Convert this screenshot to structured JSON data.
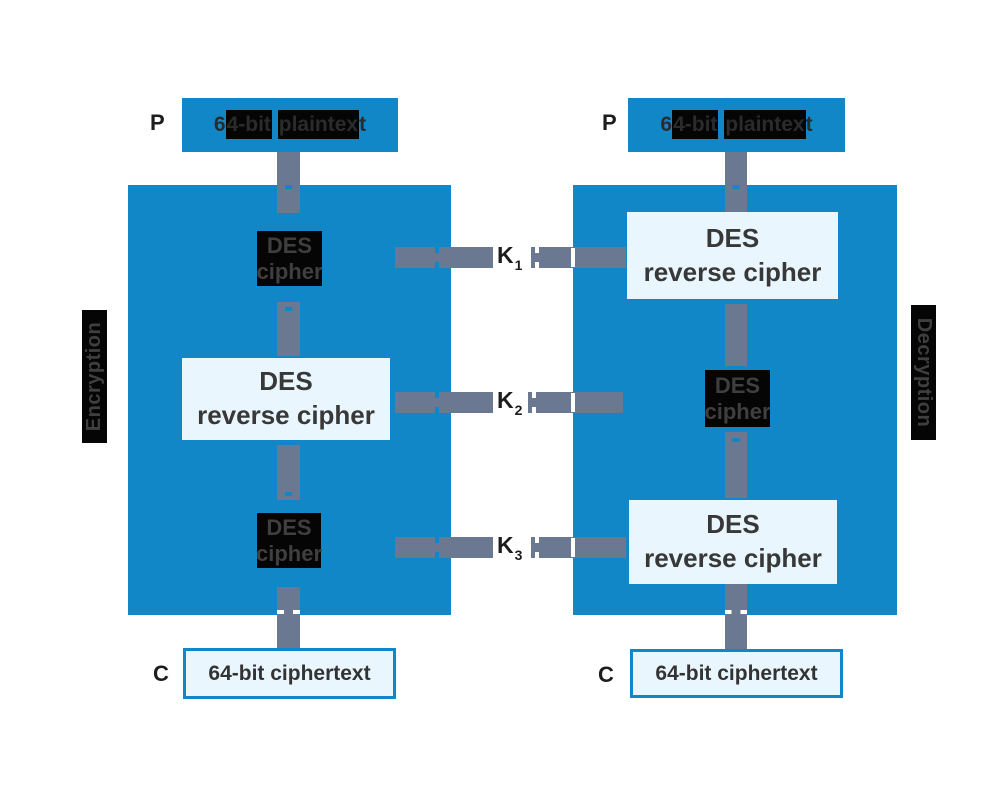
{
  "colors": {
    "panel_blue": "#1287c8",
    "light_box": "#e9f6fd",
    "connector": "#6b7892",
    "chip_black": "#050505",
    "text_dark": "#2b2b2b"
  },
  "left": {
    "side_label": "Encryption",
    "p_label": "P",
    "c_label": "C",
    "top_box_text": "64-bit plaintext",
    "top_box_segments": [
      {
        "t": "6",
        "hl": false
      },
      {
        "t": "4-bit",
        "hl": true
      },
      {
        "t": " ",
        "hl": false
      },
      {
        "t": "plaintex",
        "hl": true
      },
      {
        "t": "t",
        "hl": false
      }
    ],
    "bottom_box": "64-bit ciphertext",
    "stages": [
      {
        "line1": "DES",
        "line2": "cipher"
      },
      {
        "line1": "DES",
        "line2": "reverse cipher"
      },
      {
        "line1": "DES",
        "line2": "cipher"
      }
    ]
  },
  "right": {
    "side_label": "Decryption",
    "p_label": "P",
    "c_label": "C",
    "top_box_text": "64-bit plaintext",
    "top_box_segments": [
      {
        "t": "6",
        "hl": false
      },
      {
        "t": "4-bit",
        "hl": true
      },
      {
        "t": " ",
        "hl": false
      },
      {
        "t": "plaintex",
        "hl": true
      },
      {
        "t": "t",
        "hl": false
      }
    ],
    "bottom_box": "64-bit ciphertext",
    "stages": [
      {
        "line1": "DES",
        "line2": "reverse cipher"
      },
      {
        "line1": "DES",
        "line2": "cipher"
      },
      {
        "line1": "DES",
        "line2": "reverse cipher"
      }
    ]
  },
  "keys": [
    {
      "base": "K",
      "sub": "1"
    },
    {
      "base": "K",
      "sub": "2"
    },
    {
      "base": "K",
      "sub": "3"
    }
  ]
}
